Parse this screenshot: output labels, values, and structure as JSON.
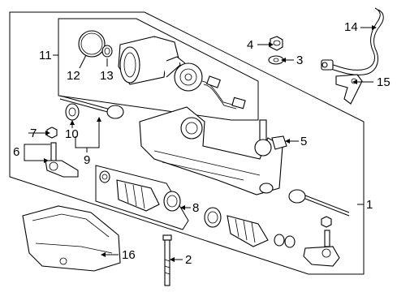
{
  "diagram": {
    "callouts": {
      "c1": "1",
      "c2": "2",
      "c3": "3",
      "c4": "4",
      "c5": "5",
      "c6": "6",
      "c7": "7",
      "c8": "8",
      "c9": "9",
      "c10": "10",
      "c11": "11",
      "c12": "12",
      "c13": "13",
      "c14": "14",
      "c15": "15",
      "c16": "16"
    },
    "icons": [
      "steering-gear-icon",
      "motor-assembly-icon",
      "seal-ring-icon",
      "nut-icon",
      "washer-icon",
      "bushing-icon",
      "inner-tie-rod-icon",
      "outer-tie-rod-icon",
      "boot-kit-icon",
      "bolt-icon",
      "heat-shield-icon",
      "hose-icon",
      "bracket-icon",
      "clamp-icon"
    ]
  }
}
